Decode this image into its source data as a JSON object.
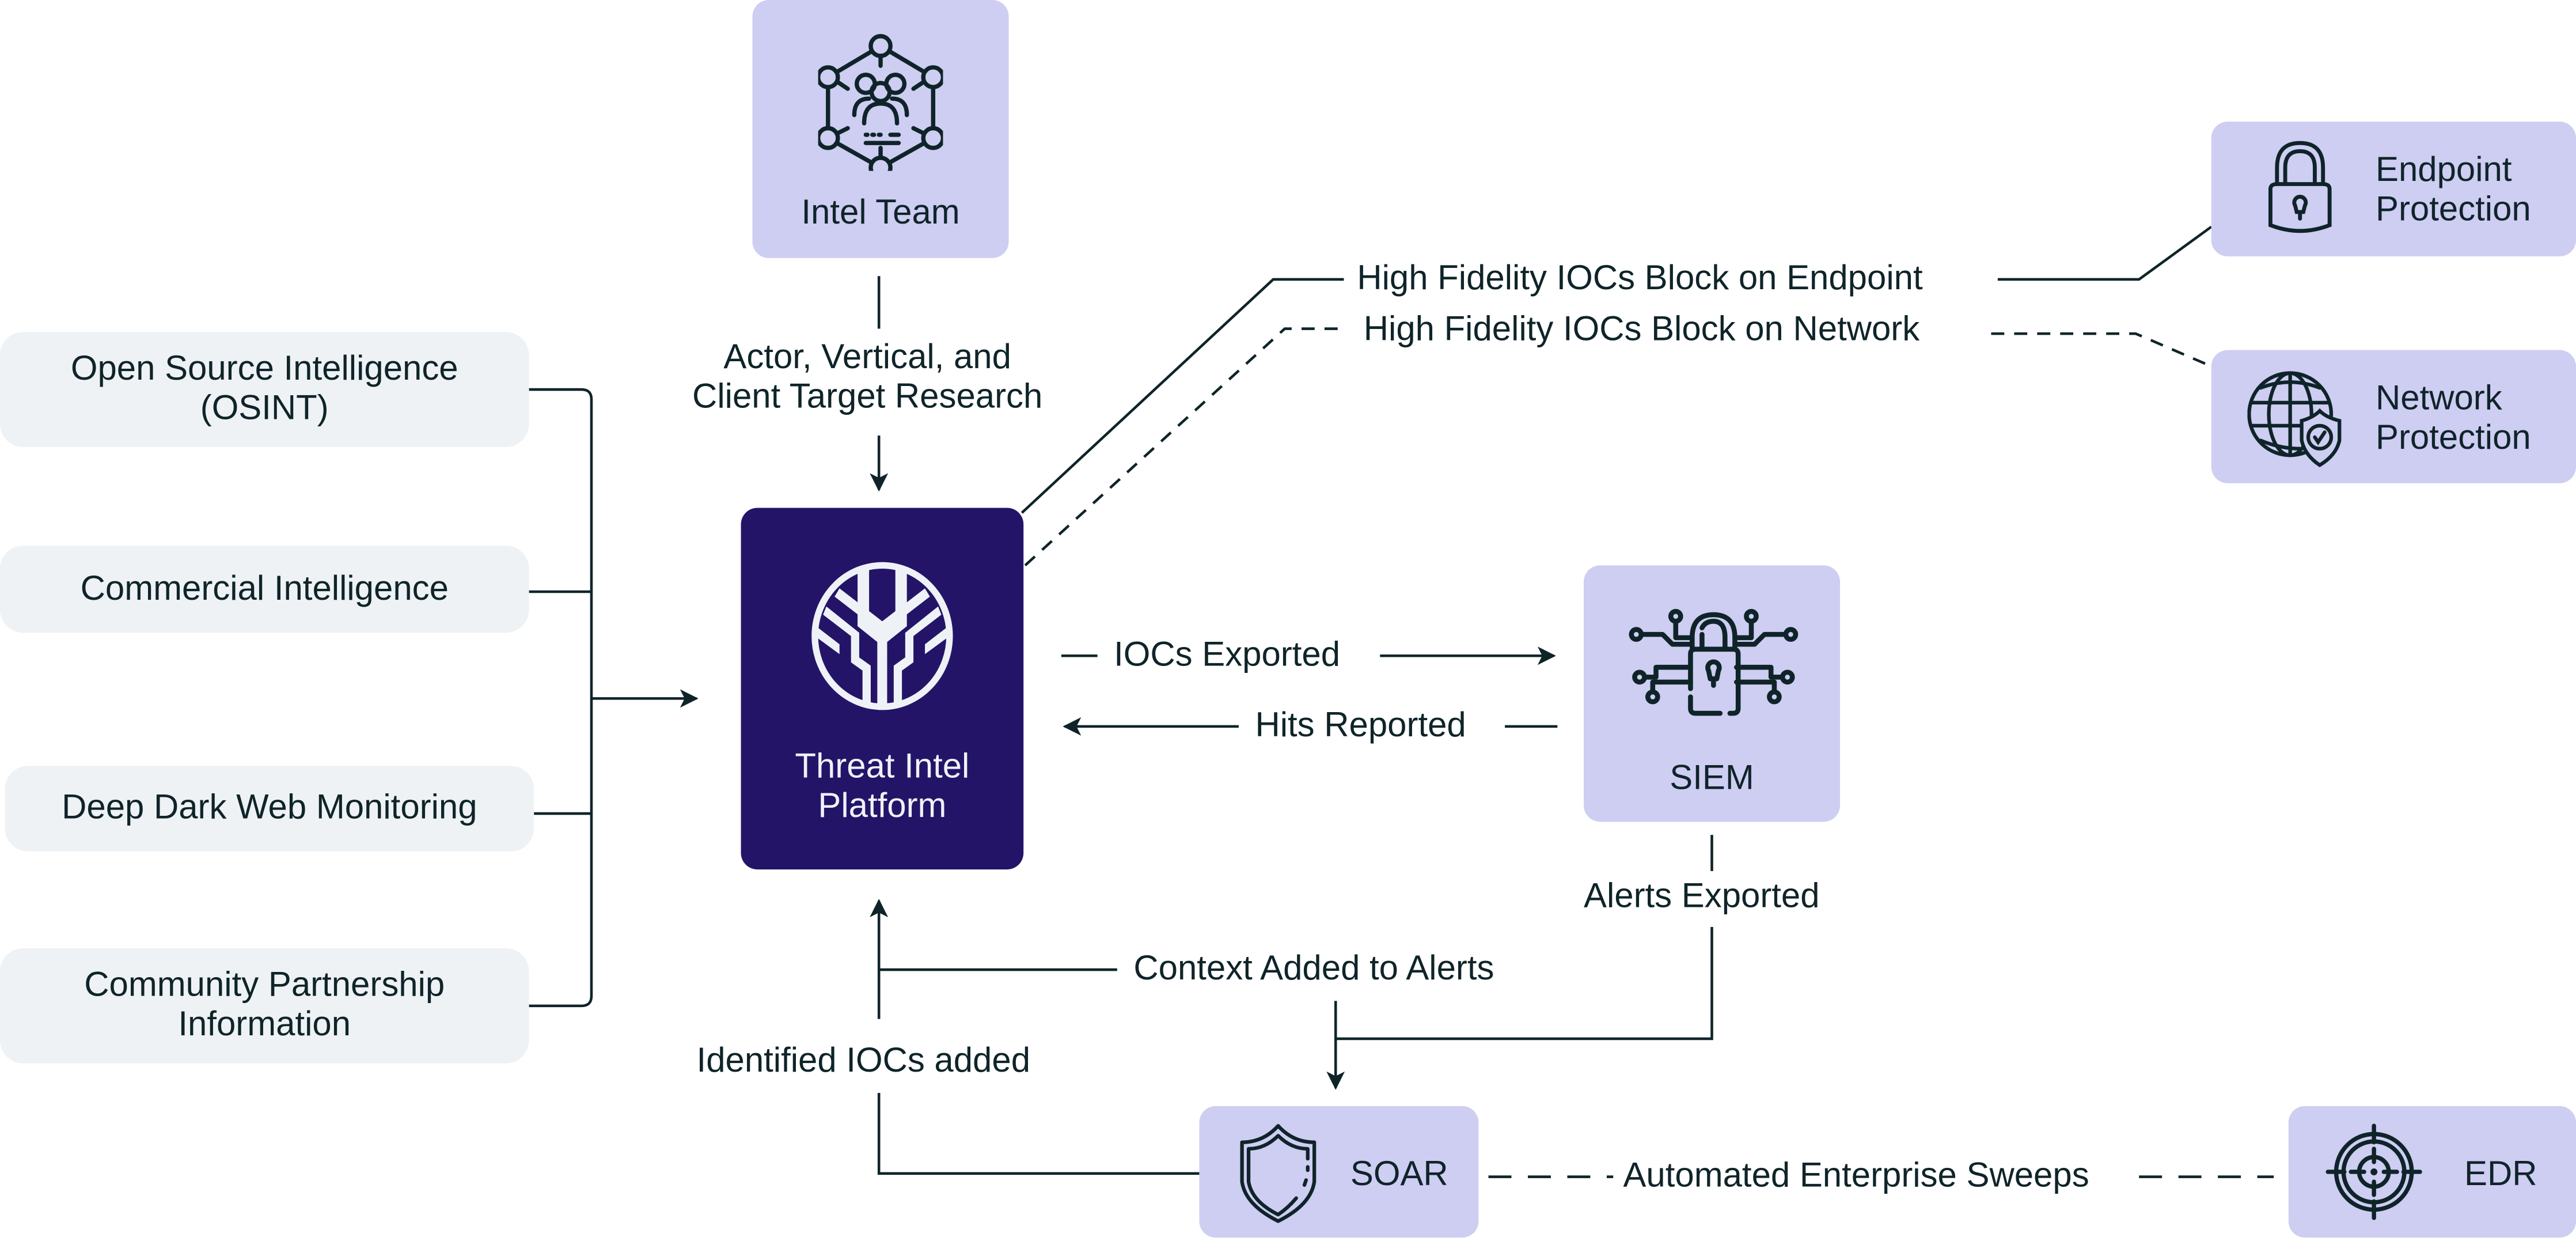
{
  "diagram": {
    "title": "Threat Intelligence Platform Workflow",
    "colors": {
      "platform": "#241468",
      "tool_box": "#cecdf2",
      "source_box": "#eef2f5",
      "ink": "#0f2429",
      "platform_text": "#eef2f6"
    },
    "sources": [
      {
        "label": "Open Source Intelligence (OSINT)",
        "lines": [
          "Open Source Intelligence",
          "(OSINT)"
        ]
      },
      {
        "label": "Commercial Intelligence",
        "lines": [
          "Commercial Intelligence"
        ]
      },
      {
        "label": "Deep Dark Web Monitoring",
        "lines": [
          "Deep Dark Web Monitoring"
        ]
      },
      {
        "label": "Community Partnership Information",
        "lines": [
          "Community Partnership",
          "Information"
        ]
      }
    ],
    "intel_team": {
      "label": "Intel Team",
      "icon": "team-network-icon"
    },
    "platform": {
      "lines": [
        "Threat Intel",
        "Platform"
      ],
      "icon": "platform-logo-icon"
    },
    "siem": {
      "label": "SIEM",
      "icon": "circuit-lock-icon"
    },
    "endpoint": {
      "lines": [
        "Endpoint",
        "Protection"
      ],
      "icon": "padlock-icon"
    },
    "network": {
      "lines": [
        "Network",
        "Protection"
      ],
      "icon": "globe-shield-icon"
    },
    "soar": {
      "label": "SOAR",
      "icon": "shield-icon"
    },
    "edr": {
      "label": "EDR",
      "icon": "crosshair-target-icon"
    },
    "edges": {
      "research": {
        "lines": [
          "Actor, Vertical, and",
          "Client Target Research"
        ]
      },
      "block_endpoint": {
        "label": "High Fidelity IOCs Block on Endpoint",
        "style": "solid"
      },
      "block_network": {
        "label": "High Fidelity IOCs Block on Network",
        "style": "dashed"
      },
      "iocs_exported": {
        "label": "IOCs Exported"
      },
      "hits_reported": {
        "label": "Hits Reported"
      },
      "alerts_exported": {
        "label": "Alerts Exported"
      },
      "context_added": {
        "label": "Context Added to Alerts"
      },
      "identified_iocs": {
        "label": "Identified IOCs added"
      },
      "sweeps": {
        "label": "Automated Enterprise Sweeps",
        "style": "dashed"
      }
    }
  }
}
